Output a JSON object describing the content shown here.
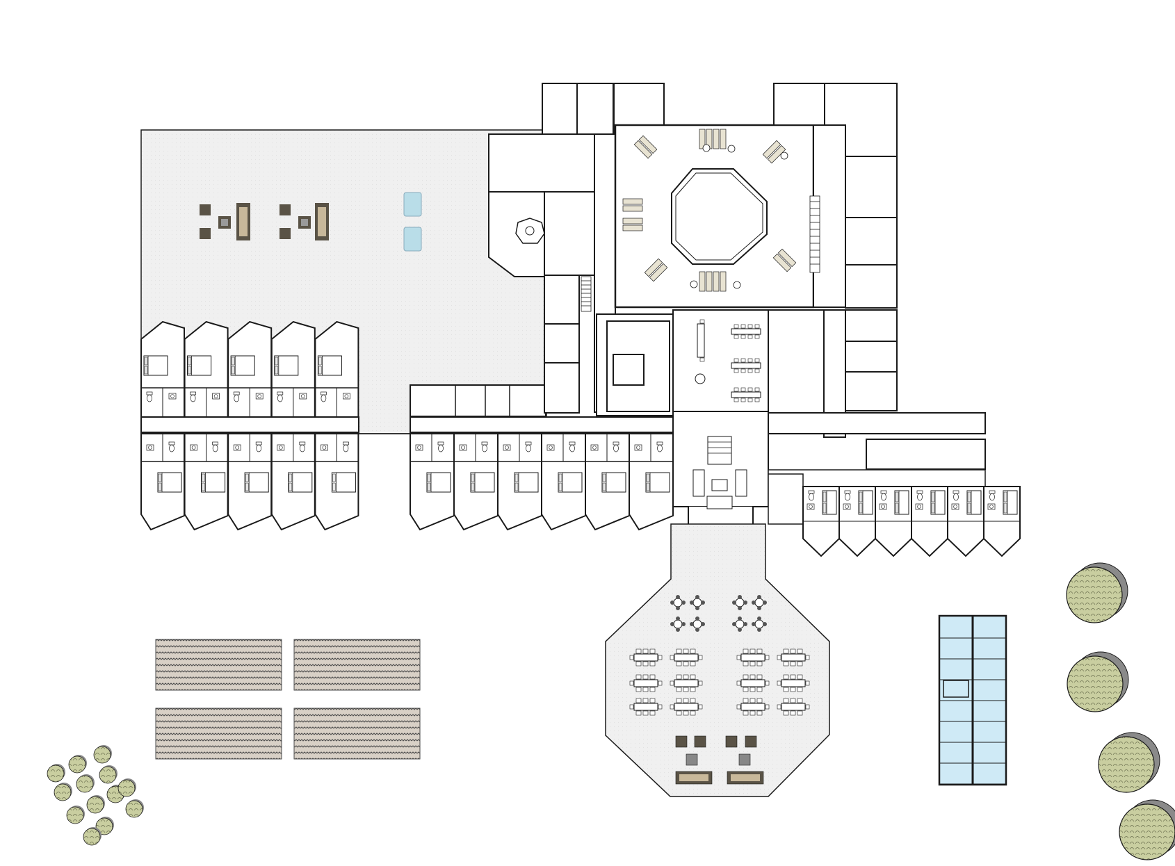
{
  "drawing": {
    "type": "architectural floor plan",
    "text_labels": [],
    "colors": {
      "background": "#ffffff",
      "wall": "#1a1a1a",
      "paved_area": "#f0f0f0",
      "paving_dots": "#e2e2e2",
      "furniture_fill": "#e8e3d2",
      "furniture_dark": "#5a5346",
      "garden_bed": "#d8d0c6",
      "tree_canopy": "#c9cea0",
      "tree_shadow": "#8a8a8a",
      "pool_water": "#cfeaf6",
      "skylight": "#b9dde8"
    },
    "icons": [
      "bed-icon",
      "toilet-icon",
      "sink-icon",
      "sofa-icon",
      "armchair-icon",
      "table-icon",
      "chair-icon",
      "tree-icon",
      "shrub-icon",
      "stair-icon",
      "door-swing-icon",
      "pool-icon",
      "garden-bed-icon",
      "lounger-icon"
    ],
    "counts": {
      "west_wing_north_rooms": 5,
      "west_wing_south_rooms": 5,
      "central_wing_south_rooms": 6,
      "east_wing_rooms": 6,
      "dining_tables_octagon": 12,
      "round_tables_octagon": 8,
      "garden_beds": 4,
      "large_trees": 4,
      "small_shrubs": 13,
      "pool_lanes": 2
    }
  }
}
